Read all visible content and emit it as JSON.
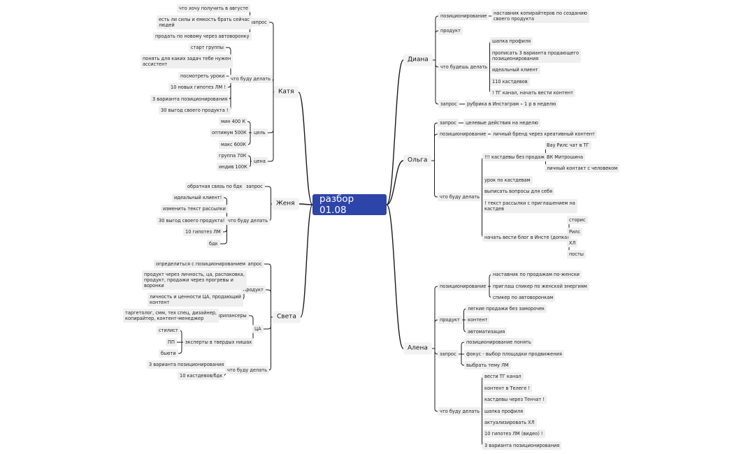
{
  "root": {
    "label": "разбор 01.08",
    "color": "#2d44a8"
  },
  "branches": {
    "katya": {
      "label": "Катя",
      "zapros": {
        "label": "запрос",
        "items": [
          "что хочу получить в августе",
          "есть ли силы и емкость брать сейчас\nлюдей",
          "продать по новому через автоворонку"
        ]
      },
      "delat": {
        "label": "что буду делать",
        "items": [
          "старт группы",
          "понять для каких задач тебе нужен\nассистент",
          "посмотреть уроки",
          "10 новых гипотез ЛМ !",
          "3 варианта позиционирования",
          "30 выгод своего продукта !"
        ]
      },
      "cel": {
        "label": "цель",
        "items": [
          "мин 400 К",
          "оптимум 500К",
          "макс 600К"
        ]
      },
      "cena": {
        "label": "цена",
        "items": [
          "группа 70К",
          "индив 100К"
        ]
      }
    },
    "zhenya": {
      "label": "Женя",
      "zapros": {
        "label": "запрос",
        "items": [
          "обратная связь по бдк"
        ]
      },
      "delat": {
        "label": "что буду делать",
        "items": [
          "идеальный клиент!",
          "изменить текст рассылки",
          "30 выгод своего продукта!",
          "10 гипотез ЛМ",
          "бдк"
        ]
      }
    },
    "sveta": {
      "label": "Света",
      "zapros": {
        "label": "запрос",
        "items": [
          "определиться с позиционированием"
        ]
      },
      "produkt": {
        "label": "продукт",
        "items": [
          "продукт через личность, ца, распаковка,\nпродукт, продажи через прогревы и\nворонки",
          "личность и ценности ЦА, продающий\nконтент"
        ]
      },
      "ca": {
        "label": "ЦА",
        "frilansery": {
          "label": "фрилансеры",
          "items": [
            "таргетолог, смм, тех спец, дизайнер,\nкопирайтер, контент-менеджер"
          ]
        },
        "eksperty": {
          "label": "эксперты в твердых нишах",
          "items": [
            "стилист",
            "ПП",
            "бьюти"
          ]
        }
      },
      "delat": {
        "label": "что буду делать",
        "items": [
          "3 варианта позиционирования",
          "10 кастдевов/бдк"
        ]
      }
    },
    "diana": {
      "label": "Диана",
      "pozicionirovanie": {
        "label": "позиционирование",
        "items": [
          "наставник копирайтеров по созданию\nсвоего продукта"
        ]
      },
      "produkt": {
        "label": "продукт"
      },
      "delat": {
        "label": "что будешь делать",
        "items": [
          "шапка профиля",
          "прописать 3 варианта продающего\nпозиционирования",
          "идеальный клиент",
          "110 кастдевов",
          "! ТГ канал, начать вести контент"
        ]
      },
      "zapros": {
        "label": "запрос",
        "rubrika": "рубрика в Инстаграм",
        "freq": "1 р в неделю"
      }
    },
    "olga": {
      "label": "Ольга",
      "zapros": {
        "label": "запрос",
        "items": [
          "целевые действия на неделю"
        ]
      },
      "pozicionirovanie": {
        "label": "позиционирование",
        "items": [
          "личный бренд через креативный контент"
        ]
      },
      "delat": {
        "label": "что буду делать",
        "kastdevy": {
          "label": "!!! кастдевы без продаж",
          "items": [
            "Вау Рилс чат в ТГ",
            "ВК Митрошина",
            "личный контакт с человеком"
          ]
        },
        "urok": "урок по кастдевам",
        "voprosy": "выписать вопросы для себя",
        "tekst": "! текст рассылки с приглашением на\nкастдев",
        "blog": {
          "label": "начать вести блог в Инсте (допка)",
          "items": [
            "сторис",
            "Рилс",
            "ХЛ",
            "посты"
          ]
        }
      }
    },
    "alena": {
      "label": "Алена",
      "pozicionirovanie": {
        "label": "позиционирование",
        "items": [
          "наставник по продажам по-женски",
          "приглаш спикер по женской энергиям",
          "спикер по автоворонкам"
        ]
      },
      "produkt": {
        "label": "продукт",
        "items": [
          "легкие продажи без заморочек",
          "контент",
          "автоматизация"
        ]
      },
      "zapros": {
        "label": "запрос",
        "items": [
          "позиционирование понять",
          "фокус - выбор площадки продвижения",
          "выбрать тему ЛМ"
        ]
      },
      "delat": {
        "label": "что буду делать",
        "items": [
          "вести ТГ канал",
          "контент в Телеге !",
          "кастдевы через Тенчат !",
          "шапка профиля",
          "актуализировать ХЛ",
          "10 гипотез ЛМ (видео) !",
          "3 варианта позиционирования"
        ]
      }
    }
  }
}
